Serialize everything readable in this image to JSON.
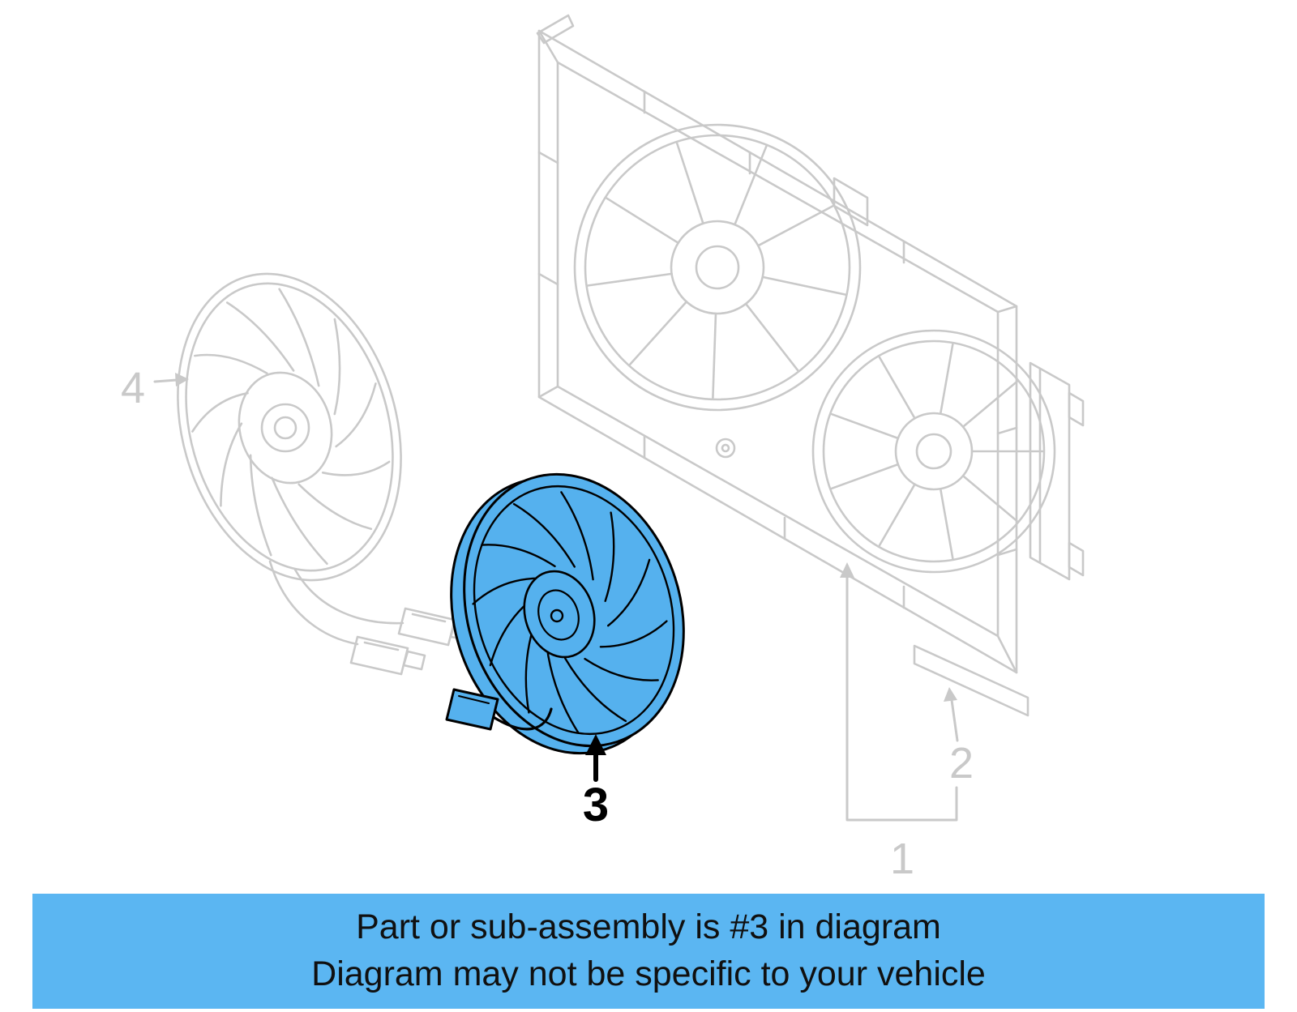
{
  "diagram": {
    "labels": {
      "part1": "1",
      "part2": "2",
      "part3": "3",
      "part4": "4"
    },
    "highlighted_part": "3"
  },
  "banner": {
    "line1": "Part or sub-assembly is #3 in diagram",
    "line2": "Diagram may not be specific to your vehicle"
  },
  "colors": {
    "highlight_blue": "#55b1ee",
    "banner_blue": "#5bb6f2",
    "line_gray": "#c9c9c9",
    "ink_black": "#000000"
  }
}
